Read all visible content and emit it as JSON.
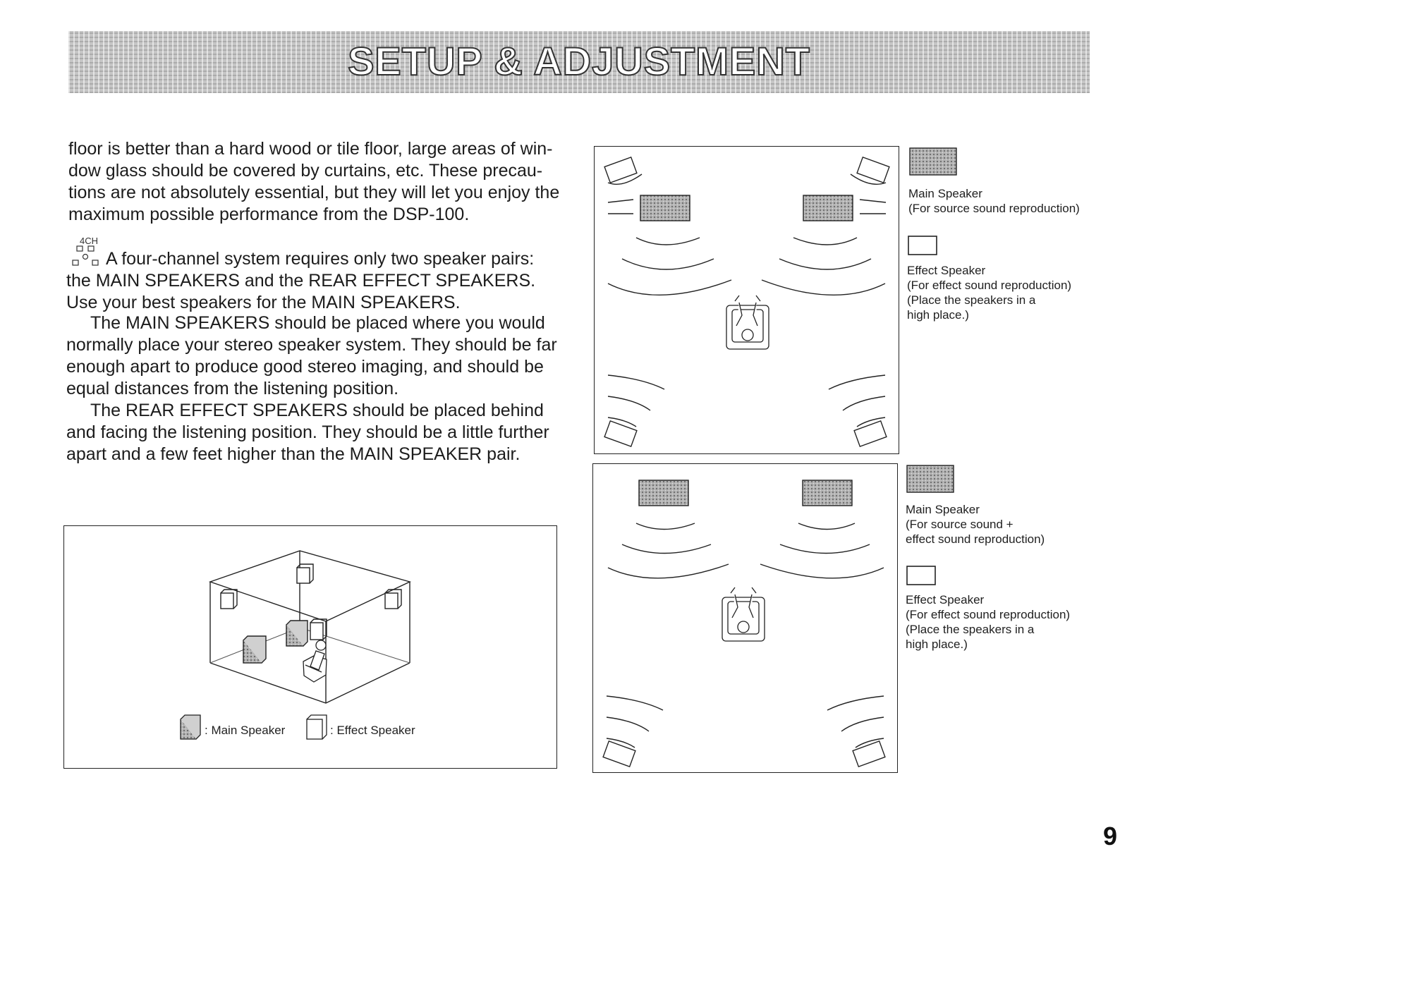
{
  "header": {
    "title": "SETUP & ADJUSTMENT"
  },
  "text": {
    "paragraph_1": "floor is better than a hard wood or tile floor, large areas of win-dow glass should be covered by curtains, etc. These precau-tions are not absolutely essential, but they will let you enjoy the maximum possible performance from the DSP-100.",
    "paragraph_2": "A four-channel system requires only two speaker pairs: the MAIN SPEAKERS and the REAR EFFECT SPEAKERS. Use your best speakers for the MAIN SPEAKERS.",
    "paragraph_3": "The MAIN SPEAKERS should be placed where you would normally place your stereo speaker system. They should be far enough apart to produce good stereo imaging, and should be equal distances from the listening position.",
    "paragraph_4": "The REAR EFFECT SPEAKERS should be placed behind and facing the listening position. They should be a little further apart and a few feet higher than the MAIN SPEAKER pair.",
    "channel_icon_label": "4CH"
  },
  "room_diagram": {
    "legend_main": ": Main Speaker",
    "legend_effect": ": Effect Speaker"
  },
  "layout_top": {
    "main_label": "Main Speaker\n(For source sound reproduction)",
    "effect_label": "Effect Speaker\n(For effect sound reproduction)\n(Place the speakers in a\nhigh place.)"
  },
  "layout_bottom": {
    "main_label": "Main Speaker\n(For source sound +\neffect sound reproduction)",
    "effect_label": "Effect Speaker\n(For effect sound reproduction)\n(Place the speakers in a\nhigh place.)"
  },
  "page_number": "9",
  "colors": {
    "ink": "#1a1a1a",
    "main_speaker_fill": "#a8a8a8",
    "banner_fill": "#c6c6c6"
  }
}
